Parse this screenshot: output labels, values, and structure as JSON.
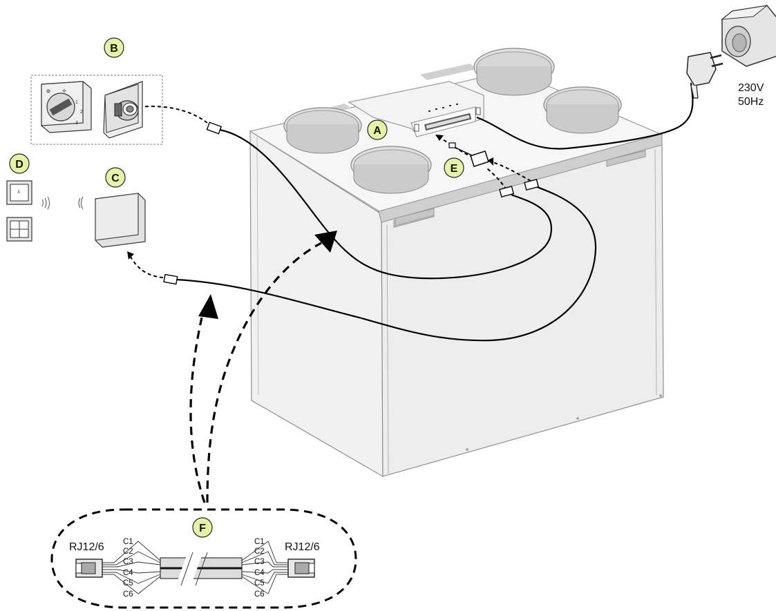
{
  "badges": {
    "a": "A",
    "b": "B",
    "c": "C",
    "d": "D",
    "e": "E",
    "f": "F"
  },
  "power": {
    "voltage": "230V",
    "frequency": "50Hz"
  },
  "switch_positions": [
    "1",
    "2",
    "3"
  ],
  "connector": {
    "left_label": "RJ12/6",
    "right_label": "RJ12/6",
    "wires": [
      "C1",
      "C2",
      "C3",
      "C4",
      "C5",
      "C6"
    ]
  },
  "colors": {
    "badge_fill": "#e6f3a6",
    "unit_fill": "#eeeeee",
    "unit_stroke": "#a0a0a0",
    "cable": "#000000"
  }
}
